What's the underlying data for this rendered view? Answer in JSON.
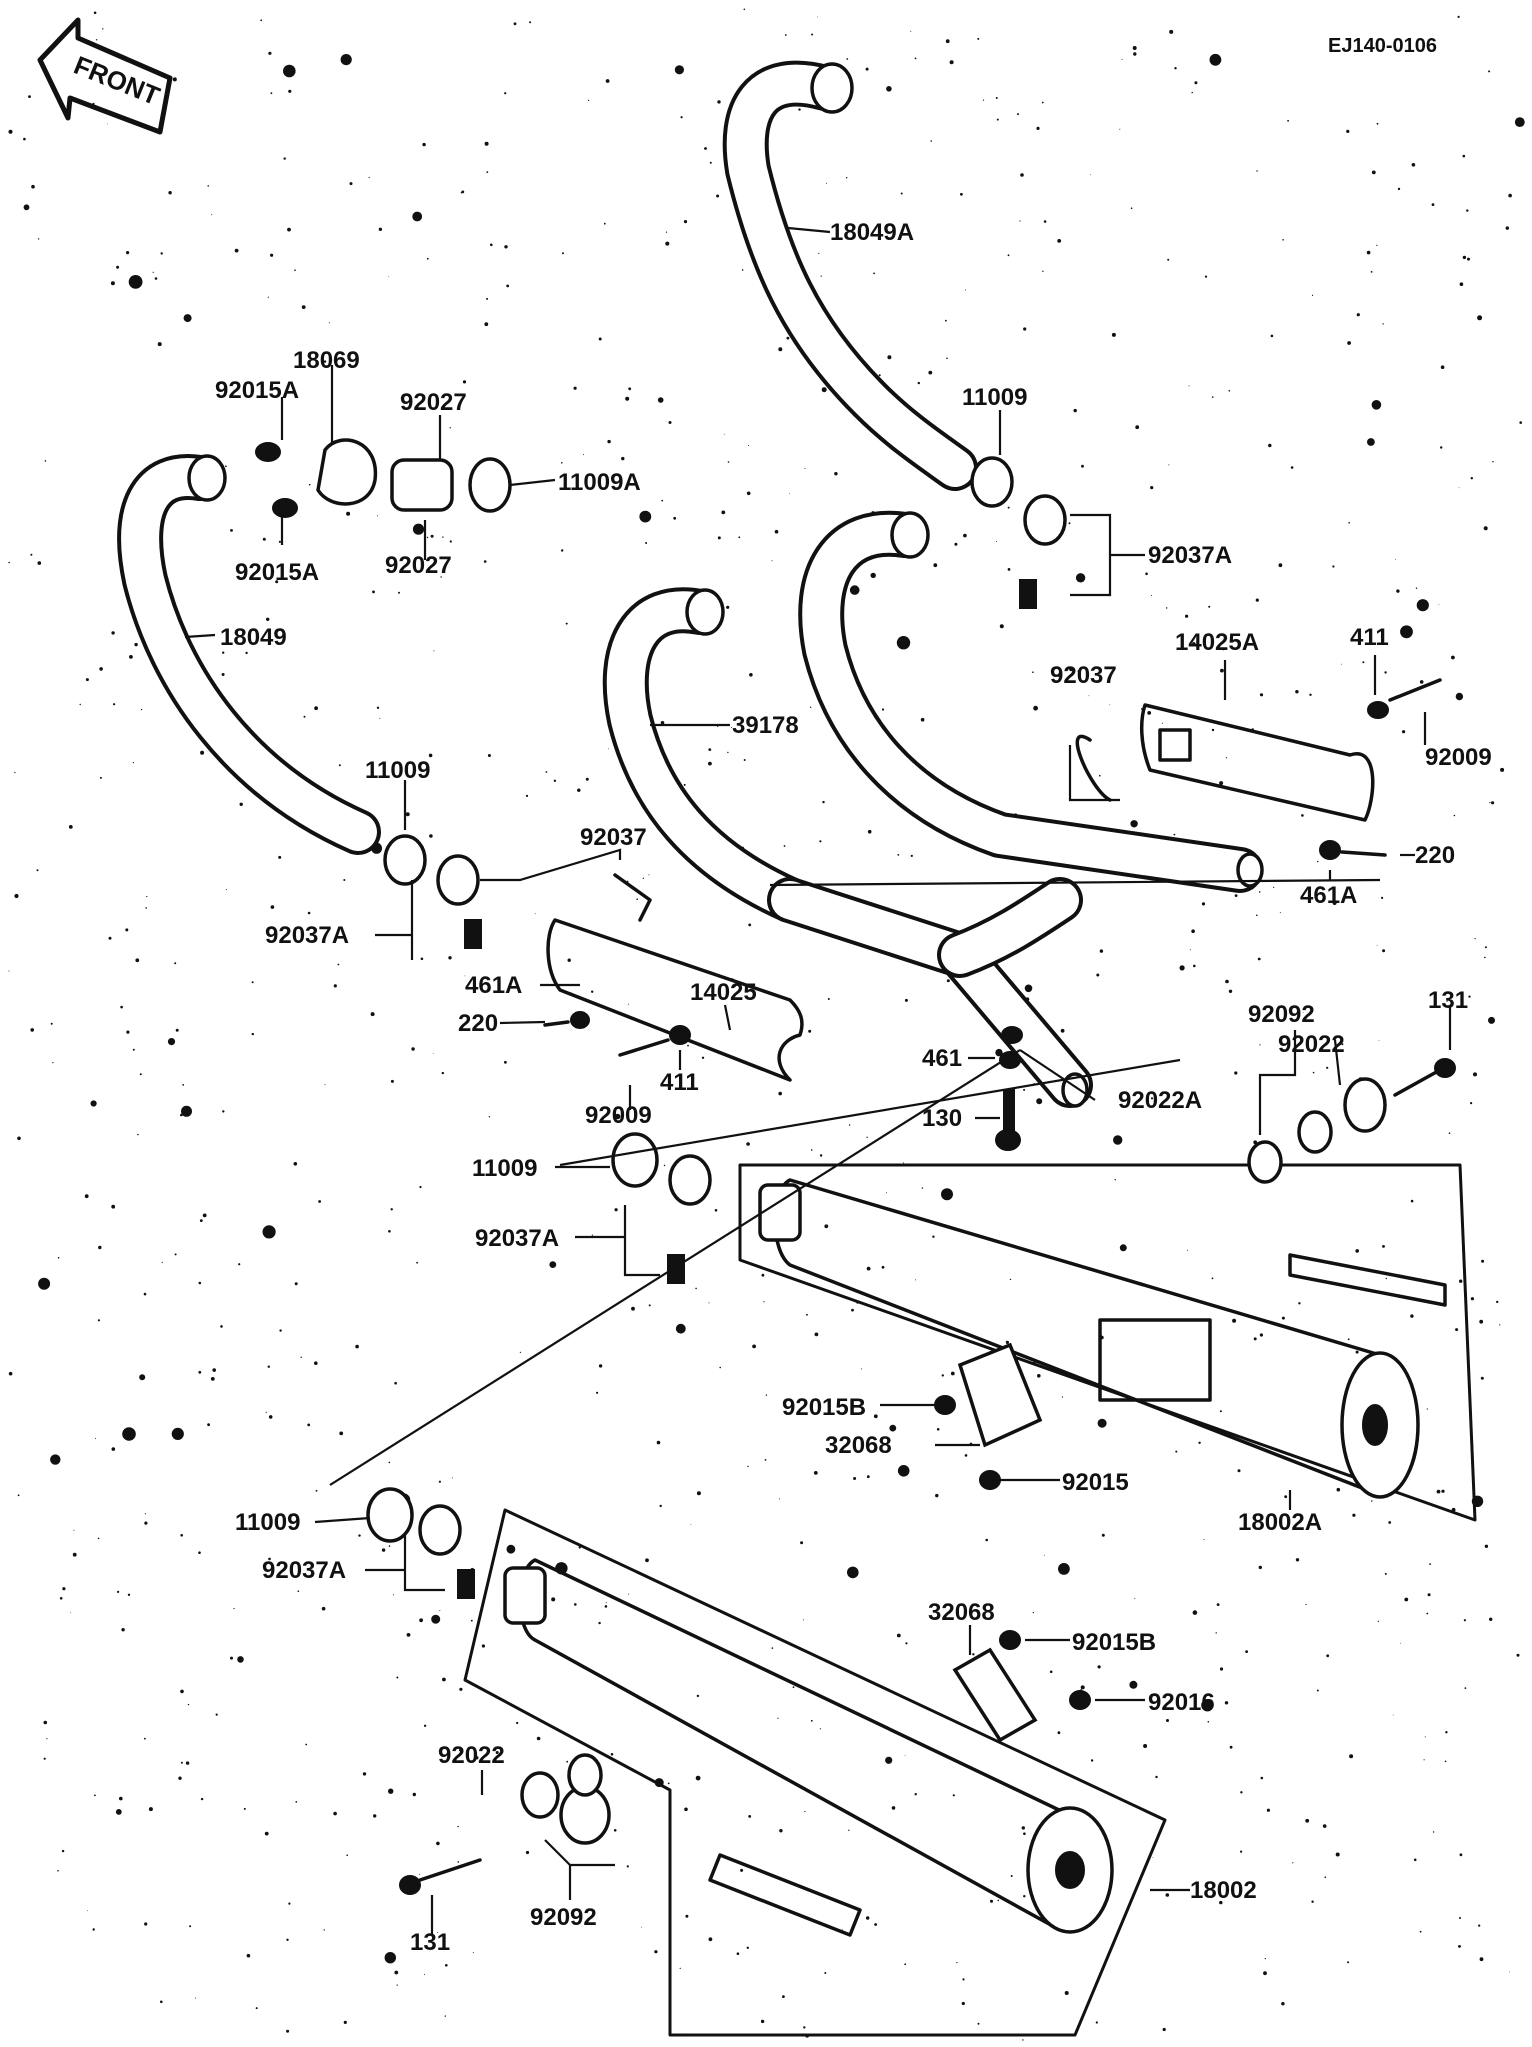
{
  "header": {
    "code": "EJ140-0106",
    "front_label": "FRONT"
  },
  "parts": {
    "p18049A": "18049A",
    "p11009_top": "11009",
    "p92037A_top": "92037A",
    "p18069": "18069",
    "p92015A_top": "92015A",
    "p92027_top": "92027",
    "p11009A": "11009A",
    "p92015A_bottom": "92015A",
    "p92027_bottom": "92027",
    "p18049": "18049",
    "p39178": "39178",
    "p14025A": "14025A",
    "p411_right": "411",
    "p92037_right": "92037",
    "p92009_right": "92009",
    "p220_right": "220",
    "p461A_right": "461A",
    "p11009_left": "11009",
    "p92037_center": "92037",
    "p92037A_left": "92037A",
    "p14025": "14025",
    "p461A_left": "461A",
    "p220_left": "220",
    "p411_left": "411",
    "p92009_left": "92009",
    "p461": "461",
    "p92022A": "92022A",
    "p130": "130",
    "p92092_right": "92092",
    "p131_right": "131",
    "p92022_right": "92022",
    "p11009_mid": "11009",
    "p92037A_mid": "92037A",
    "p92015B_upper": "92015B",
    "p32068_upper": "32068",
    "p92015": "92015",
    "p18002A": "18002A",
    "p11009_low": "11009",
    "p92037A_low": "92037A",
    "p32068_lower": "32068",
    "p92015B_lower": "92015B",
    "p92016": "92016",
    "p92022_left": "92022",
    "p131_left": "131",
    "p92092_left": "92092",
    "p18002": "18002"
  }
}
